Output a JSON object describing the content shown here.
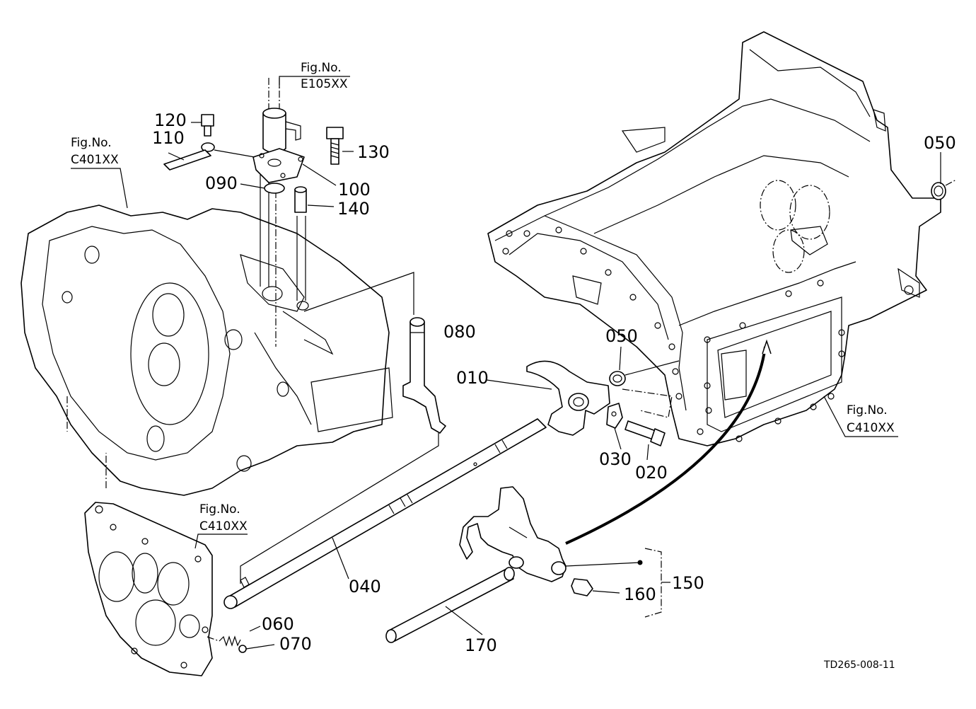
{
  "labels": {
    "p010": "010",
    "p020": "020",
    "p030": "030",
    "p040": "040",
    "p050a": "050",
    "p050b": "050",
    "p060": "060",
    "p070": "070",
    "p080": "080",
    "p090": "090",
    "p100": "100",
    "p110": "110",
    "p120": "120",
    "p130": "130",
    "p140": "140",
    "p150": "150",
    "p160": "160",
    "p170": "170"
  },
  "fig_refs": {
    "e105": {
      "title": "Fig.No.",
      "code": "E105XX"
    },
    "c401": {
      "title": "Fig.No.",
      "code": "C401XX"
    },
    "c410_left": {
      "title": "Fig.No.",
      "code": "C410XX"
    },
    "c410_right": {
      "title": "Fig.No.",
      "code": "C410XX"
    }
  },
  "drawing_code": "TD265-008-11",
  "colors": {
    "line": "#000000",
    "background": "#ffffff"
  }
}
